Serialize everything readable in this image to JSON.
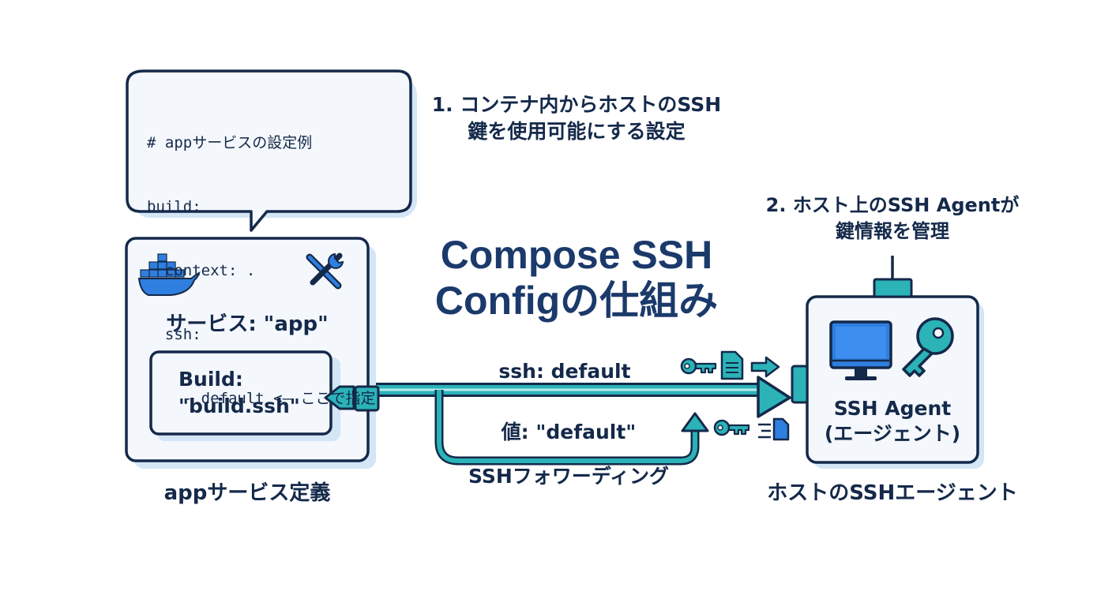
{
  "title": {
    "line1": "Compose SSH",
    "line2": "Configの仕組み"
  },
  "code_bubble": {
    "lines": [
      "# appサービスの設定例",
      "build:",
      "  context: .",
      "  ssh:",
      "    - default <— ここで指定"
    ]
  },
  "annotation1": {
    "line1": "1. コンテナ内からホストのSSH",
    "line2": "鍵を使用可能にする設定"
  },
  "annotation2": {
    "line1": "2. ホスト上のSSH Agentが",
    "line2": "鍵情報を管理"
  },
  "service_box": {
    "service_label": "サービス: \"app\"",
    "inner_line1": "Build:",
    "inner_line2": "\"build.ssh\"",
    "caption": "appサービス定義",
    "docker_icon": "docker-whale-icon",
    "tools_icon": "wrench-screwdriver-icon"
  },
  "flow": {
    "top_label": "ssh:  default",
    "bottom_label": "値: \"default\"",
    "forwarding_label": "SSHフォワーディング",
    "icons": [
      "key-icon",
      "document-icon",
      "arrow-right-icon"
    ]
  },
  "agent_box": {
    "line1": "SSH Agent",
    "line2": "(エージェント)",
    "caption": "ホストのSSHエージェント",
    "icons": [
      "monitor-icon",
      "key-icon"
    ]
  },
  "colors": {
    "navy": "#14294a",
    "teal": "#2bb3b8",
    "teal_dark": "#1b8f95",
    "blue": "#2f7fe0",
    "box_fill": "#f4f7fb",
    "shadow": "#d3e6f6"
  }
}
